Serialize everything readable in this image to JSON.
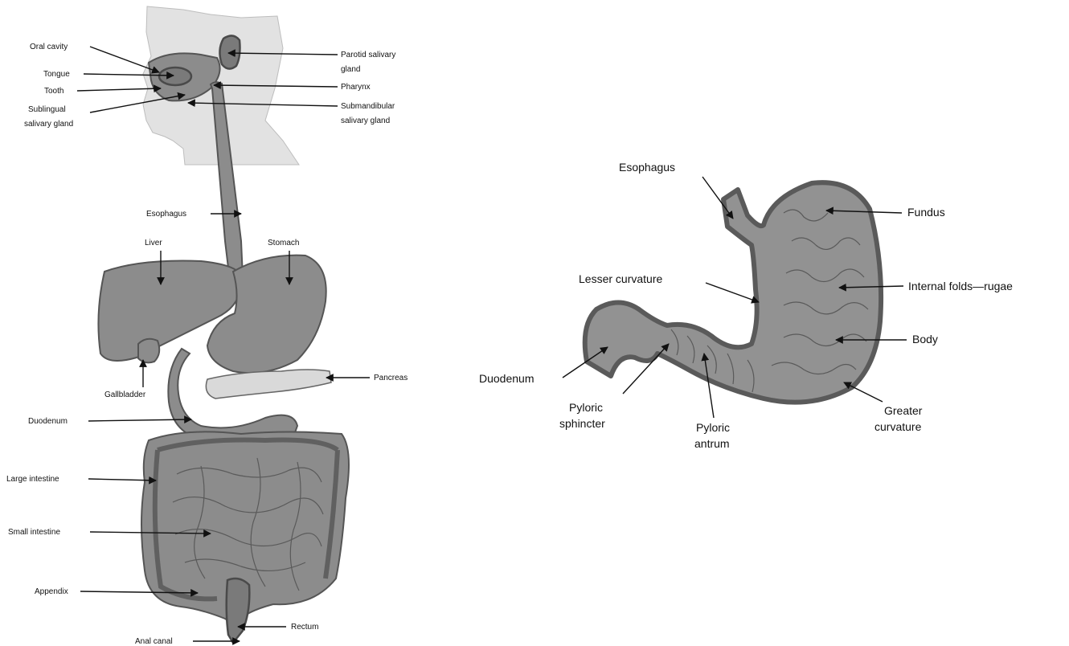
{
  "digestive_system": {
    "labels": {
      "oral_cavity": "Oral cavity",
      "tongue": "Tongue",
      "tooth": "Tooth",
      "sublingual_1": "Sublingual",
      "sublingual_2": "salivary gland",
      "parotid_1": "Parotid salivary",
      "parotid_2": "gland",
      "pharynx": "Pharynx",
      "submandibular_1": "Submandibular",
      "submandibular_2": "salivary gland",
      "esophagus": "Esophagus",
      "liver": "Liver",
      "stomach": "Stomach",
      "gallbladder": "Gallbladder",
      "pancreas": "Pancreas",
      "duodenum": "Duodenum",
      "large_intestine": "Large intestine",
      "small_intestine": "Small intestine",
      "appendix": "Appendix",
      "rectum": "Rectum",
      "anal_canal": "Anal canal"
    }
  },
  "stomach_detail": {
    "labels": {
      "esophagus": "Esophagus",
      "fundus": "Fundus",
      "lesser_curvature": "Lesser curvature",
      "internal_folds": "Internal folds—rugae",
      "body": "Body",
      "duodenum": "Duodenum",
      "pyloric_sphincter_1": "Pyloric",
      "pyloric_sphincter_2": "sphincter",
      "pyloric_antrum_1": "Pyloric",
      "pyloric_antrum_2": "antrum",
      "greater_curvature_1": "Greater",
      "greater_curvature_2": "curvature"
    }
  }
}
